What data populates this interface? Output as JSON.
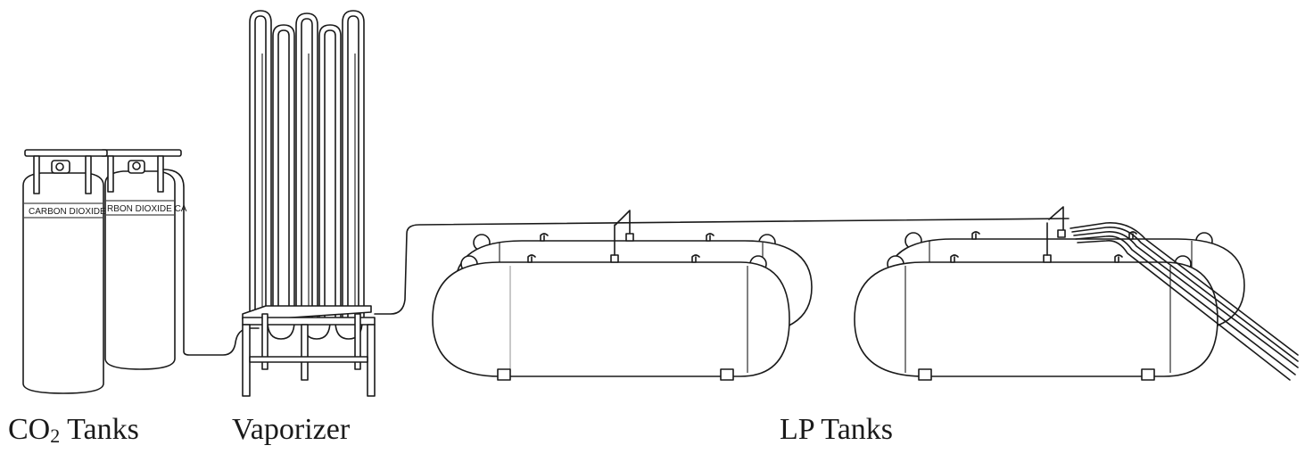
{
  "diagram": {
    "cylinders": {
      "front_label": "CARBON DIOXIDE",
      "back_label": "RBON DIOXIDE CA"
    },
    "captions": {
      "co2": {
        "prefix": "CO",
        "subscript": "2",
        "suffix": " Tanks"
      },
      "vaporizer": "Vaporizer",
      "lp": "LP Tanks"
    }
  },
  "colors": {
    "line": "#1a1a1a",
    "background": "#ffffff"
  }
}
